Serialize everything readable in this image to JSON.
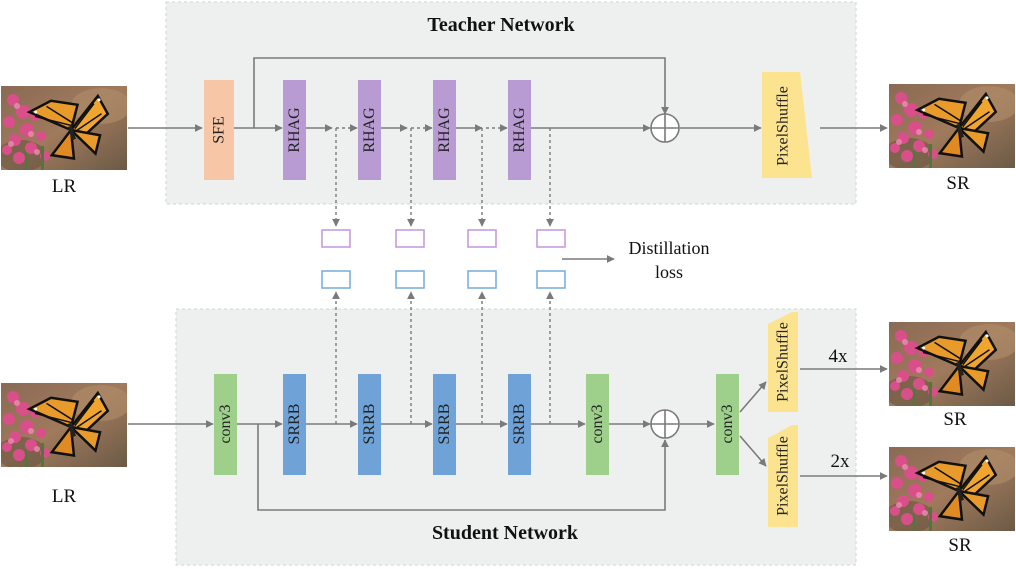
{
  "teacher": {
    "title": "Teacher Network",
    "sfe": "SFE",
    "rhag": [
      "RHAG",
      "RHAG",
      "RHAG",
      "RHAG"
    ],
    "pixelshuffle": "PixelShuffle"
  },
  "student": {
    "title": "Student Network",
    "conv_in": "conv3",
    "srrb": [
      "SRRB",
      "SRRB",
      "SRRB",
      "SRRB"
    ],
    "conv_mid": "conv3",
    "conv_out": "conv3",
    "pixelshuffle_top": "PixelShuffle",
    "pixelshuffle_bottom": "PixelShuffle",
    "scale_top": "4x",
    "scale_bottom": "2x"
  },
  "labels": {
    "lr_teacher": "LR",
    "lr_student": "LR",
    "sr_teacher": "SR",
    "sr_student_top": "SR",
    "sr_student_bottom": "SR"
  },
  "distillation": {
    "line1": "Distillation",
    "line2": "loss"
  },
  "colors": {
    "panel": "#eef0ef",
    "sfe": "#f6c6a6",
    "rhag": "#b89bd3",
    "srrb": "#6fa3d8",
    "conv": "#9fd08b",
    "pixelshuffle": "#fbe38f",
    "arrow": "#7a7a7a",
    "teacher_feature": "#c79be0",
    "student_feature": "#7fb0dc"
  }
}
